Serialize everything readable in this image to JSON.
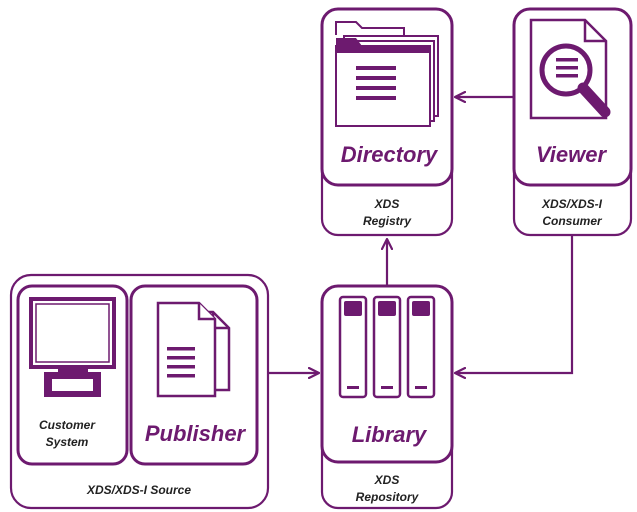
{
  "colors": {
    "accent": "#6d1a6f",
    "background": "#ffffff",
    "sublabel_text": "#222222"
  },
  "nodes": {
    "directory": {
      "label": "Directory",
      "sub_line1": "XDS",
      "sub_line2": "Registry",
      "icon": "folder-stack-icon"
    },
    "viewer": {
      "label": "Viewer",
      "sub_line1": "XDS/XDS-I",
      "sub_line2": "Consumer",
      "icon": "document-magnifier-icon"
    },
    "library": {
      "label": "Library",
      "sub_line1": "XDS",
      "sub_line2": "Repository",
      "icon": "storage-cabinets-icon"
    },
    "source": {
      "caption": "XDS/XDS-I Source",
      "customer": {
        "line1": "Customer",
        "line2": "System",
        "icon": "computer-monitor-icon"
      },
      "publisher": {
        "label": "Publisher",
        "icon": "documents-icon"
      }
    }
  },
  "edges": [
    {
      "from": "viewer",
      "to": "directory"
    },
    {
      "from": "library",
      "to": "directory"
    },
    {
      "from": "viewer",
      "to": "library"
    },
    {
      "from": "source",
      "to": "library"
    }
  ]
}
